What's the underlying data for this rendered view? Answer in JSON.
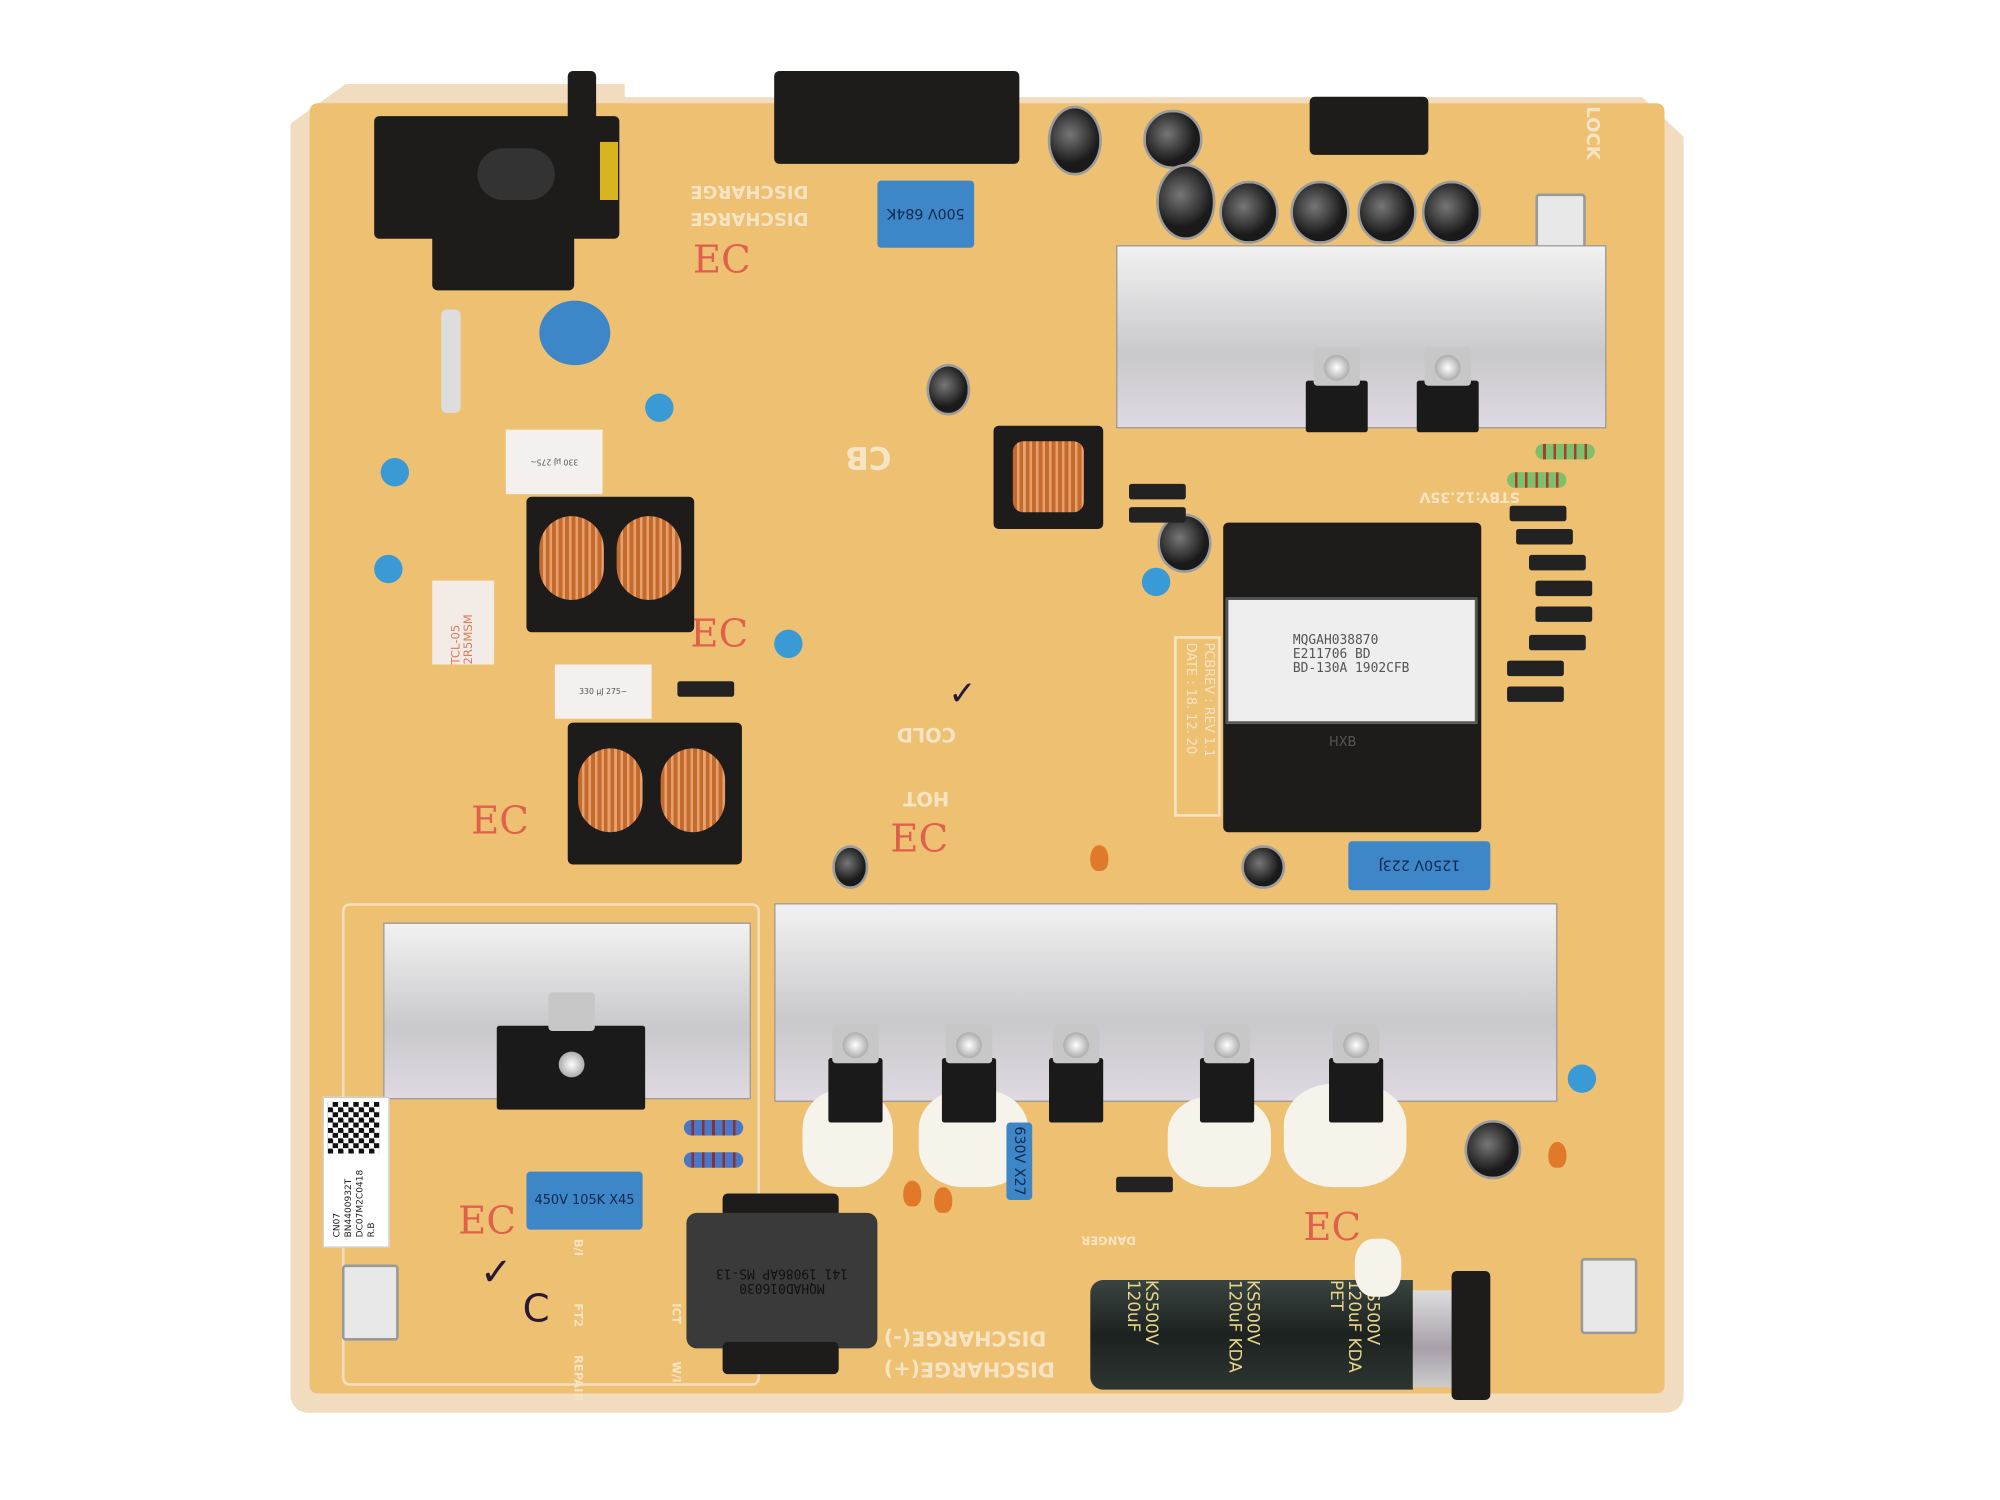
{
  "image": {
    "subject": "power-supply-board",
    "colors": {
      "pcb": "#eec072",
      "board_edge": "#f1dcc0",
      "silkscreen": "#f7e4c4",
      "ec_marking": "#e0604c",
      "capacitor_blue": "#3d86c8",
      "heatsink": "#d4d4d6"
    }
  },
  "silkscreen": {
    "discharge_top_1": "DISCHARGE",
    "discharge_top_2": "DISCHARGE",
    "discharge_bottom_minus": "DISCHARGE(-)",
    "discharge_bottom_plus": "DISCHARGE(+)",
    "ec": "EC",
    "hot": "HOT",
    "cold": "COLD",
    "cb": "CB",
    "lock": "LOCK",
    "danger": "DANGER",
    "pcb_rev": "PCBREV : REV 1.1",
    "pcb_date": "DATE : 18. 12. 20",
    "repair": "REPAIR",
    "bi": "B/I",
    "ft2": "FT2",
    "ict": "ICT",
    "wi": "W/I",
    "stby": "STBY:12.35V"
  },
  "components": {
    "transformer_label": [
      "MQGAH038870",
      "E211706    BD",
      "BD-130A  1902CFB"
    ],
    "transformer_mark": "HXB",
    "inductor_label": [
      "MQHAD016030",
      "141 19086AP MS-13"
    ],
    "cap_top": "500V 684K",
    "cap_left": "450V 105K X45",
    "cap_right": "1250V 223J",
    "cap_small": "630V X27",
    "bulk_cap": [
      "KS500V",
      "120uF",
      "KDA",
      "PET"
    ],
    "filter_cap_1": "330 µJ 275~",
    "filter_cap_2": "330 µJ 275~",
    "fuse_label": "TCL-05 2R5MSM"
  },
  "sticker": {
    "lines": [
      "CN07",
      "BN4400932T",
      "DC07M2C0418",
      "R.B"
    ]
  }
}
